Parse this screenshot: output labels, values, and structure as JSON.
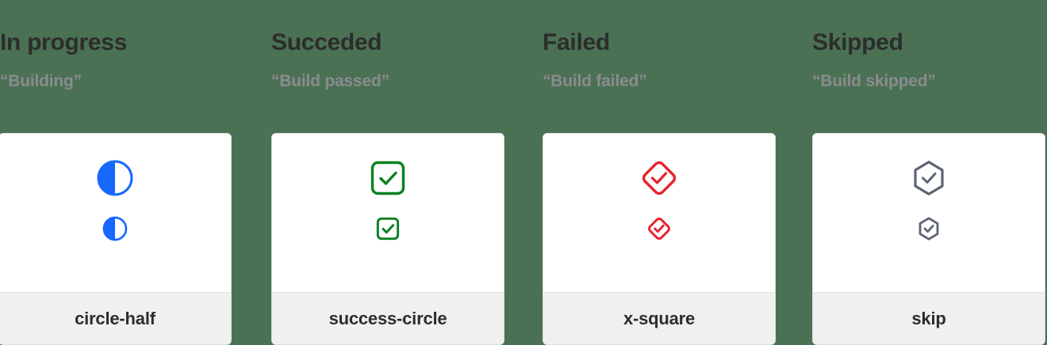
{
  "page": {
    "background_color": "#4a7153"
  },
  "columns": [
    {
      "heading": "In progress",
      "subheading": "“Building”",
      "icon_name": "circle-half-icon",
      "icon_color": "#1668ff",
      "card_label": "circle-half"
    },
    {
      "heading": "Succeded",
      "subheading": "“Build passed”",
      "icon_name": "success-circle-icon",
      "icon_color": "#0a8020",
      "card_label": "success-circle"
    },
    {
      "heading": "Failed",
      "subheading": "“Build failed”",
      "icon_name": "x-square-icon",
      "icon_color": "#e8232f",
      "card_label": "x-square"
    },
    {
      "heading": "Skipped",
      "subheading": "“Build skipped”",
      "icon_name": "skip-icon",
      "icon_color": "#5c6474",
      "card_label": "skip"
    }
  ]
}
